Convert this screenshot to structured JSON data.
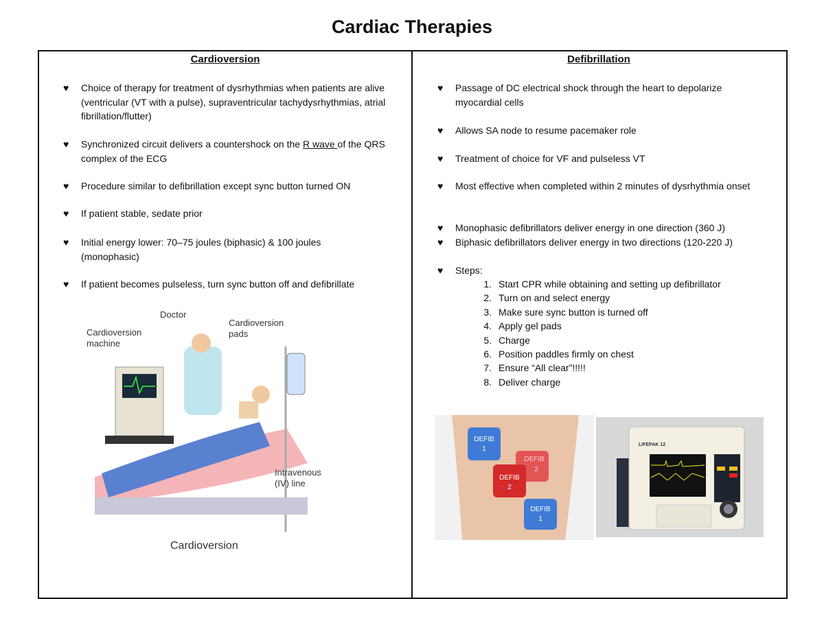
{
  "title": "Cardiac Therapies",
  "left": {
    "heading": "Cardioversion",
    "bullets": [
      "Choice of therapy for treatment of dysrhythmias when patients are alive (ventricular (VT with a pulse), supraventricular tachydysrhythmias, atrial fibrillation/flutter)",
      "Synchronized circuit delivers a countershock on the R wave of the QRS complex of the ECG",
      "Procedure similar to defibrillation except sync button turned ON",
      "If patient stable, sedate prior",
      "Initial energy lower: 70–75 joules (biphasic) & 100 joules (monophasic)",
      "If patient becomes pulseless, turn sync button off and defibrillate"
    ],
    "bullet2_parts": {
      "before": "Synchronized circuit delivers a countershock on the ",
      "underlined": "R wave ",
      "after": "of the QRS complex of the ECG"
    },
    "figure": {
      "labels": {
        "doctor": "Doctor",
        "machine1": "Cardioversion",
        "machine2": "machine",
        "pads1": "Cardioversion",
        "pads2": "pads",
        "iv1": "Intravenous",
        "iv2": "(IV) line",
        "caption": "Cardioversion"
      }
    }
  },
  "right": {
    "heading": "Defibrillation",
    "bullets": [
      "Passage of DC electrical shock through the heart to depolarize myocardial cells",
      "Allows SA node to resume pacemaker role",
      "Treatment of choice for VF and pulseless VT",
      "Most effective when completed within 2 minutes of dysrhythmia onset",
      "Monophasic defibrillators deliver energy in one direction (360 J)",
      "Biphasic defibrillators deliver energy in two directions (120-220 J)",
      "Steps:"
    ],
    "steps": [
      "Start CPR while obtaining and setting up defibrillator",
      "Turn on and select energy",
      "Make sure sync button is turned off",
      "Apply gel pads",
      "Charge",
      "Position paddles firmly on chest",
      "Ensure “All clear”!!!!!",
      "Deliver charge"
    ],
    "pads": [
      "DEFIB",
      "1",
      "DEFIB",
      "2",
      "DEFIB",
      "2",
      "DEFIB",
      "1"
    ],
    "device": {
      "brand": "LIFEPAK 12"
    }
  },
  "bullet_icon": "heart-icon",
  "colors": {
    "pad_blue": "#3f7bd6",
    "pad_red": "#d42a2a"
  }
}
